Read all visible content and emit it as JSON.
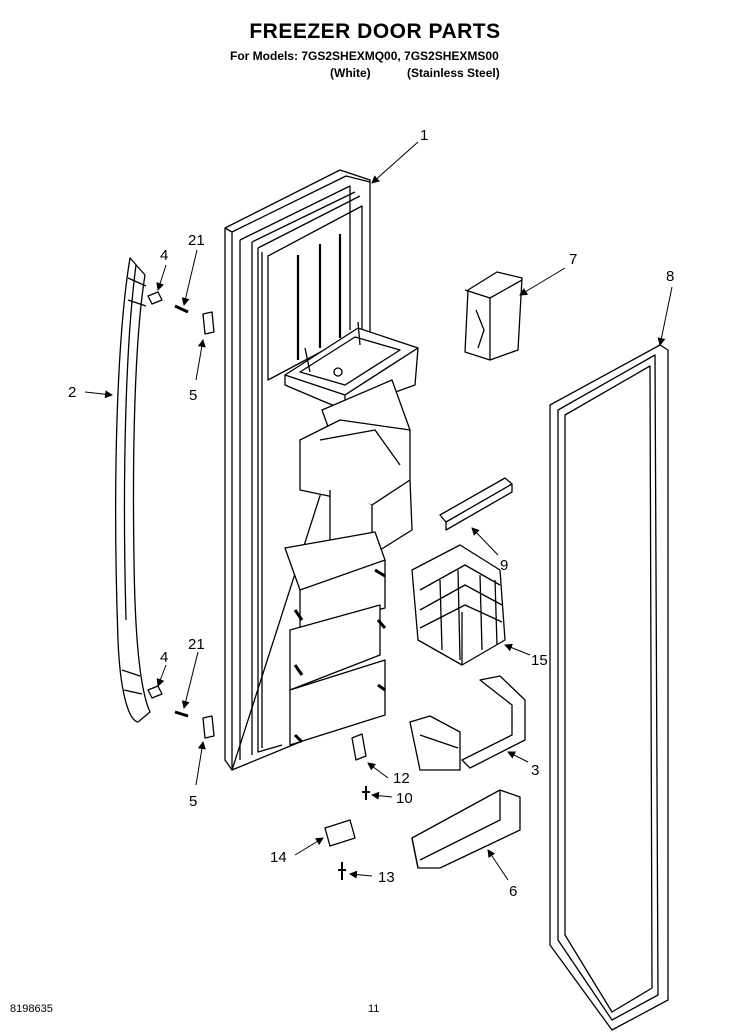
{
  "header": {
    "title": "FREEZER DOOR PARTS",
    "models_line": "For Models: 7GS2SHEXMQ00, 7GS2SHEXMS00",
    "variant_white": "(White)",
    "variant_stainless": "(Stainless Steel)"
  },
  "footer": {
    "document_number": "8198635",
    "page_number": "11"
  },
  "callouts": {
    "c1": "1",
    "c2": "2",
    "c3": "3",
    "c4_top": "4",
    "c4_bottom": "4",
    "c5_top": "5",
    "c5_bottom": "5",
    "c6": "6",
    "c7": "7",
    "c8": "8",
    "c9": "9",
    "c10": "10",
    "c12": "12",
    "c13": "13",
    "c14": "14",
    "c15": "15",
    "c21_top": "21",
    "c21_bottom": "21"
  }
}
